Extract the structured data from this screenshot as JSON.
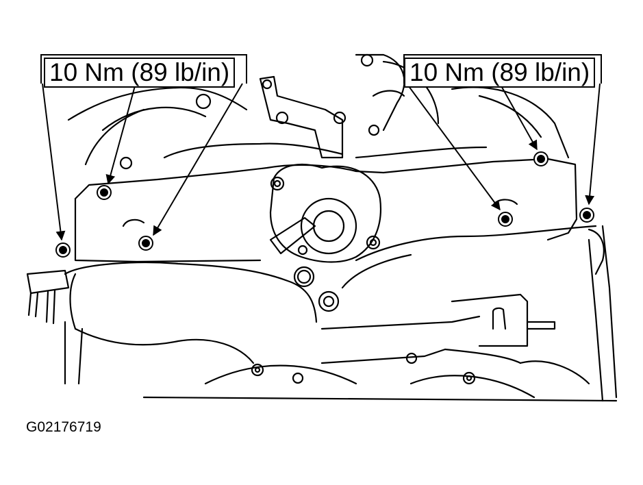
{
  "callouts": {
    "left": {
      "text": "10 Nm (89 lb/in)"
    },
    "right": {
      "text": "10 Nm (89 lb/in)"
    }
  },
  "figure_code": "G02176719"
}
